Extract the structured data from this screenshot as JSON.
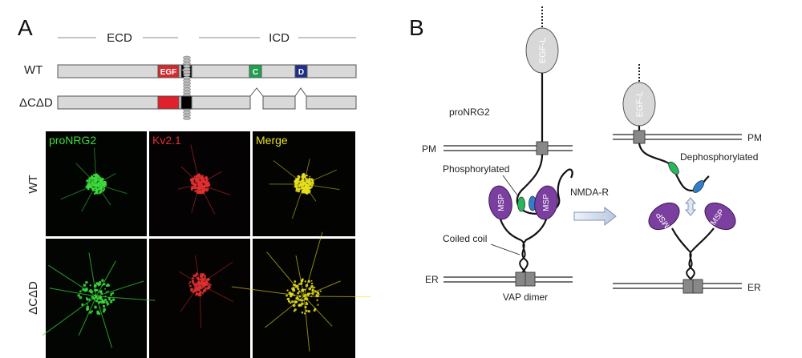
{
  "panel_a": {
    "label": "A",
    "domains": {
      "ecd": "ECD",
      "icd": "ICD"
    },
    "constructs": [
      {
        "name": "WT",
        "boxes": {
          "egf": "EGF",
          "tm": "TM",
          "c": "C",
          "d": "D"
        }
      },
      {
        "name": "ΔCΔD"
      }
    ],
    "micrographs": {
      "columns": [
        "proNRG2",
        "Kv2.1",
        "Merge"
      ],
      "rows": [
        "WT",
        "ΔCΔD"
      ],
      "column_colors": [
        "#3ddc3d",
        "#e03030",
        "#e8e020"
      ]
    }
  },
  "panel_b": {
    "label": "B",
    "left": {
      "protein": "proNRG2",
      "egf": "EGF-L",
      "pm": "PM",
      "er": "ER",
      "phos": "Phosphorylated",
      "coil": "Coiled coil",
      "vap": "VAP dimer",
      "msp_left": "MSP",
      "msp_right": "MSP"
    },
    "arrow": "NMDA-R",
    "right": {
      "egf": "EGF-L",
      "pm": "PM",
      "er": "ER",
      "dephos": "Dephosphorylated",
      "msp_left": "MSP",
      "msp_right": "MSP"
    },
    "colors": {
      "msp": "#7b3fa0",
      "green_motif": "#27b85a",
      "blue_motif": "#2f7fd0",
      "gray": "#808080"
    }
  }
}
